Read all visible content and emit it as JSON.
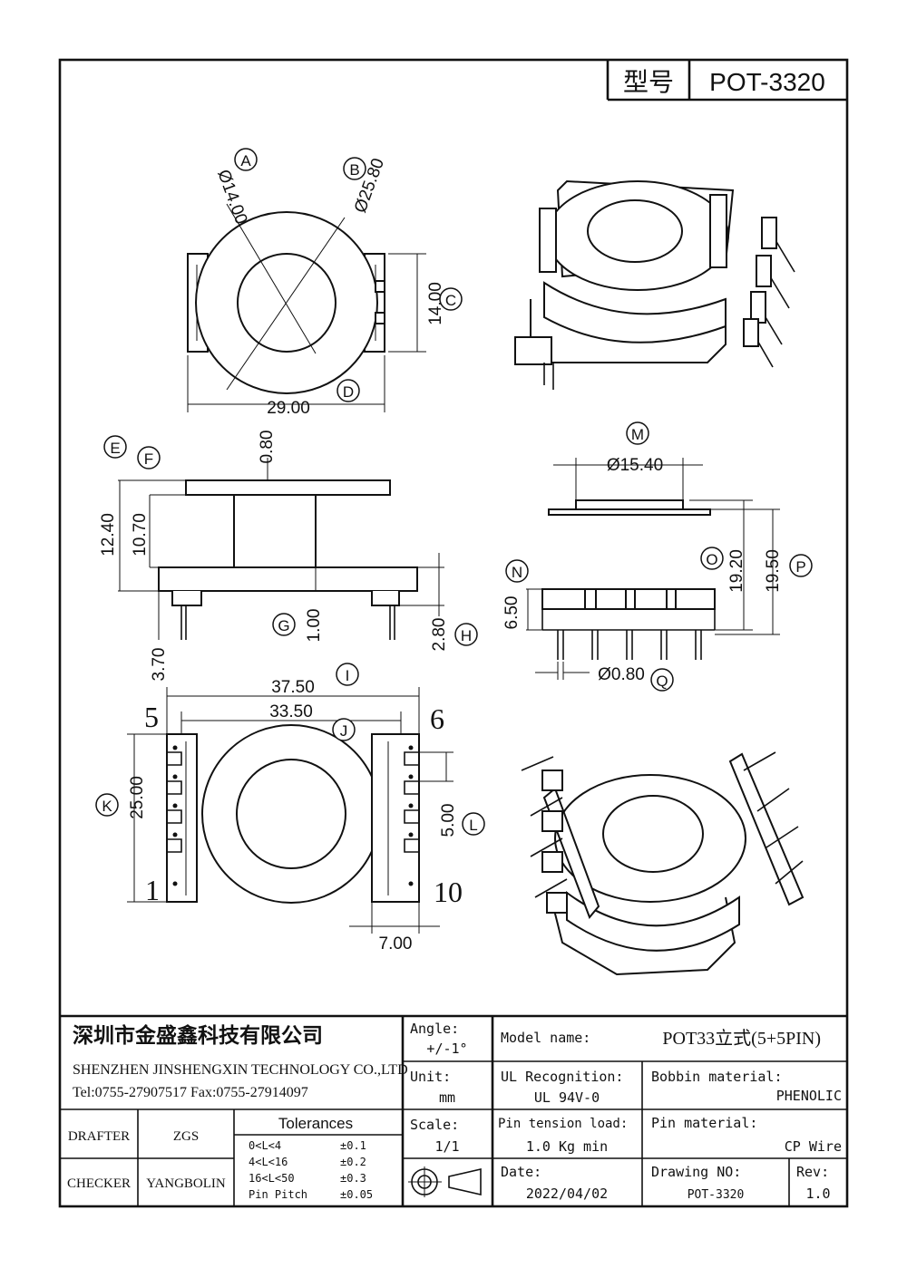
{
  "header": {
    "type_label": "型号",
    "model_code": "POT-3320"
  },
  "views": {
    "top": {
      "markers": [
        "A",
        "B",
        "C",
        "D"
      ],
      "dims": {
        "a": "Ø14.00",
        "b": "Ø25.80",
        "c": "14.00",
        "d": "29.00"
      }
    },
    "side": {
      "markers": [
        "E",
        "F",
        "G",
        "H"
      ],
      "dims": {
        "f_top": "0.80",
        "e": "12.40",
        "f": "10.70",
        "g": "1.00",
        "h": "2.80",
        "pin": "3.70"
      }
    },
    "right": {
      "markers": [
        "M",
        "N",
        "O",
        "P",
        "Q"
      ],
      "dims": {
        "m": "Ø15.40",
        "n": "6.50",
        "o": "19.20",
        "p": "19.50",
        "q": "Ø0.80"
      }
    },
    "bottom": {
      "markers": [
        "I",
        "J",
        "K",
        "L"
      ],
      "dims": {
        "i": "37.50",
        "j": "33.50",
        "k": "25.00",
        "l": "5.00",
        "w": "7.00"
      },
      "pin_numbers": {
        "p5": "5",
        "p6": "6",
        "p1": "1",
        "p10": "10"
      }
    }
  },
  "title_block": {
    "company_cn": "深圳市金盛鑫科技有限公司",
    "company_en": "SHENZHEN JINSHENGXIN TECHNOLOGY CO.,LTD",
    "contact": "Tel:0755-27907517   Fax:0755-27914097",
    "angle_label": "Angle:",
    "angle_value": "+/-1°",
    "unit_label": "Unit:",
    "unit_value": "mm",
    "scale_label": "Scale:",
    "scale_value": "1/1",
    "model_name_label": "Model name:",
    "model_name_value": "POT33立式(5+5PIN)",
    "ul_label": "UL Recognition:",
    "ul_value": "UL 94V-0",
    "bobbin_label": "Bobbin material:",
    "bobbin_value": "PHENOLIC",
    "pin_tension_label": "Pin tension load:",
    "pin_tension_value": "1.0 Kg min",
    "pin_material_label": "Pin material:",
    "pin_material_value": "CP Wire",
    "date_label": "Date:",
    "date_value": "2022/04/02",
    "drawing_no_label": "Drawing NO:",
    "drawing_no_value": "POT-3320",
    "rev_label": "Rev:",
    "rev_value": "1.0",
    "drafter_label": "DRAFTER",
    "drafter_value": "ZGS",
    "checker_label": "CHECKER",
    "checker_value": "YANGBOLIN",
    "tolerances_title": "Tolerances",
    "tolerances": [
      {
        "range": "0<L<4",
        "value": "±0.1"
      },
      {
        "range": "4<L<16",
        "value": "±0.2"
      },
      {
        "range": "16<L<50",
        "value": "±0.3"
      },
      {
        "range": "Pin Pitch",
        "value": "±0.05"
      }
    ]
  }
}
